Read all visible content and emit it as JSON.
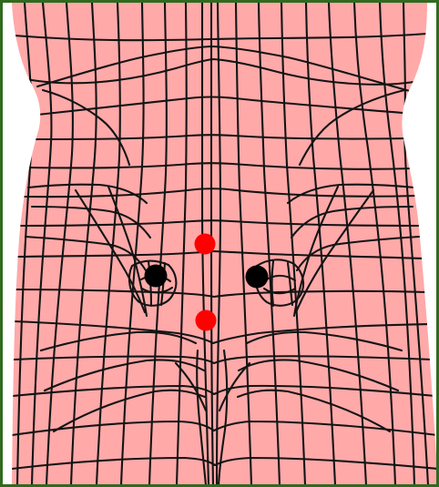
{
  "viewer": {
    "border_color": "#2f6a1f",
    "background_color": "#ffffff",
    "skin_color": "#ffa9a9",
    "mesh_color": "#141414"
  },
  "markers": [
    {
      "id": "upper-red",
      "color": "#ff0000",
      "kind": "red"
    },
    {
      "id": "lower-red",
      "color": "#ff0000",
      "kind": "red"
    },
    {
      "id": "left-black",
      "color": "#000000",
      "kind": "black"
    },
    {
      "id": "right-black",
      "color": "#000000",
      "kind": "black"
    }
  ]
}
